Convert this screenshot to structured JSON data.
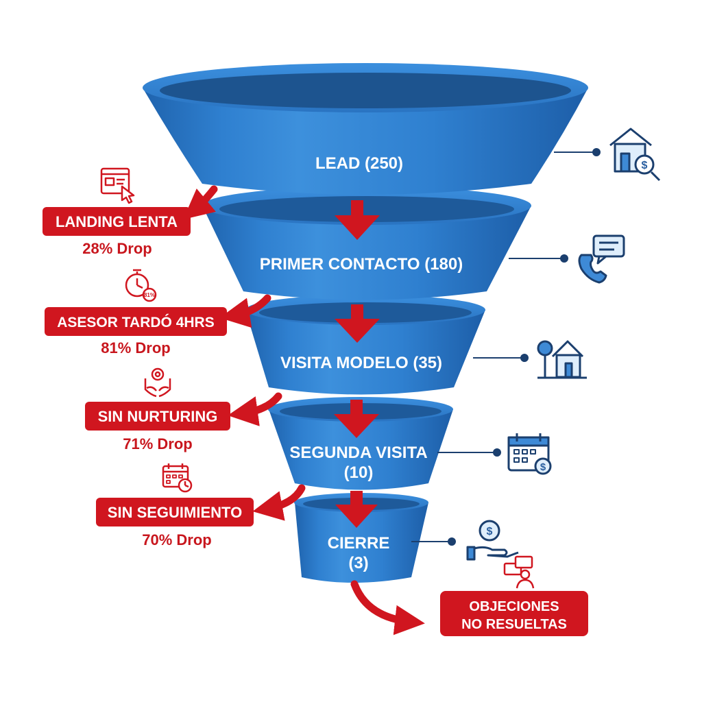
{
  "stages": [
    {
      "line1": "LEAD (250)",
      "line2": "",
      "icon": "house-money-search-icon"
    },
    {
      "line1": "PRIMER CONTACTO (180)",
      "line2": "",
      "icon": "phone-chat-icon"
    },
    {
      "line1": "VISITA MODELO (35)",
      "line2": "",
      "icon": "house-tree-icon"
    },
    {
      "line1": "SEGUNDA VISITA",
      "line2": "(10)",
      "icon": "calendar-money-icon"
    },
    {
      "line1": "CIERRE",
      "line2": "(3)",
      "icon": "hand-coin-chat-icon"
    }
  ],
  "drops": [
    {
      "label": "LANDING LENTA",
      "drop": "28% Drop",
      "icon": "web-page-click-icon"
    },
    {
      "label": "ASESOR TARDÓ 4HRS",
      "drop": "81% Drop",
      "icon": "stopwatch-icon",
      "icon_text": "81%"
    },
    {
      "label": "SIN NURTURING",
      "drop": "71% Drop",
      "icon": "hands-gear-icon"
    },
    {
      "label": "SIN SEGUIMIENTO",
      "drop": "70% Drop",
      "icon": "calendar-clock-icon"
    }
  ],
  "final": {
    "line1": "OBJECIONES",
    "line2": "NO RESUELTAS"
  },
  "colors": {
    "funnel": "#2f7fce",
    "funnel_dark": "#1d5fa6",
    "funnel_inner": "#1e5a9a",
    "red": "#d0161f",
    "navy": "#1b3f6e",
    "icon_blue": "#2a5fa0"
  }
}
